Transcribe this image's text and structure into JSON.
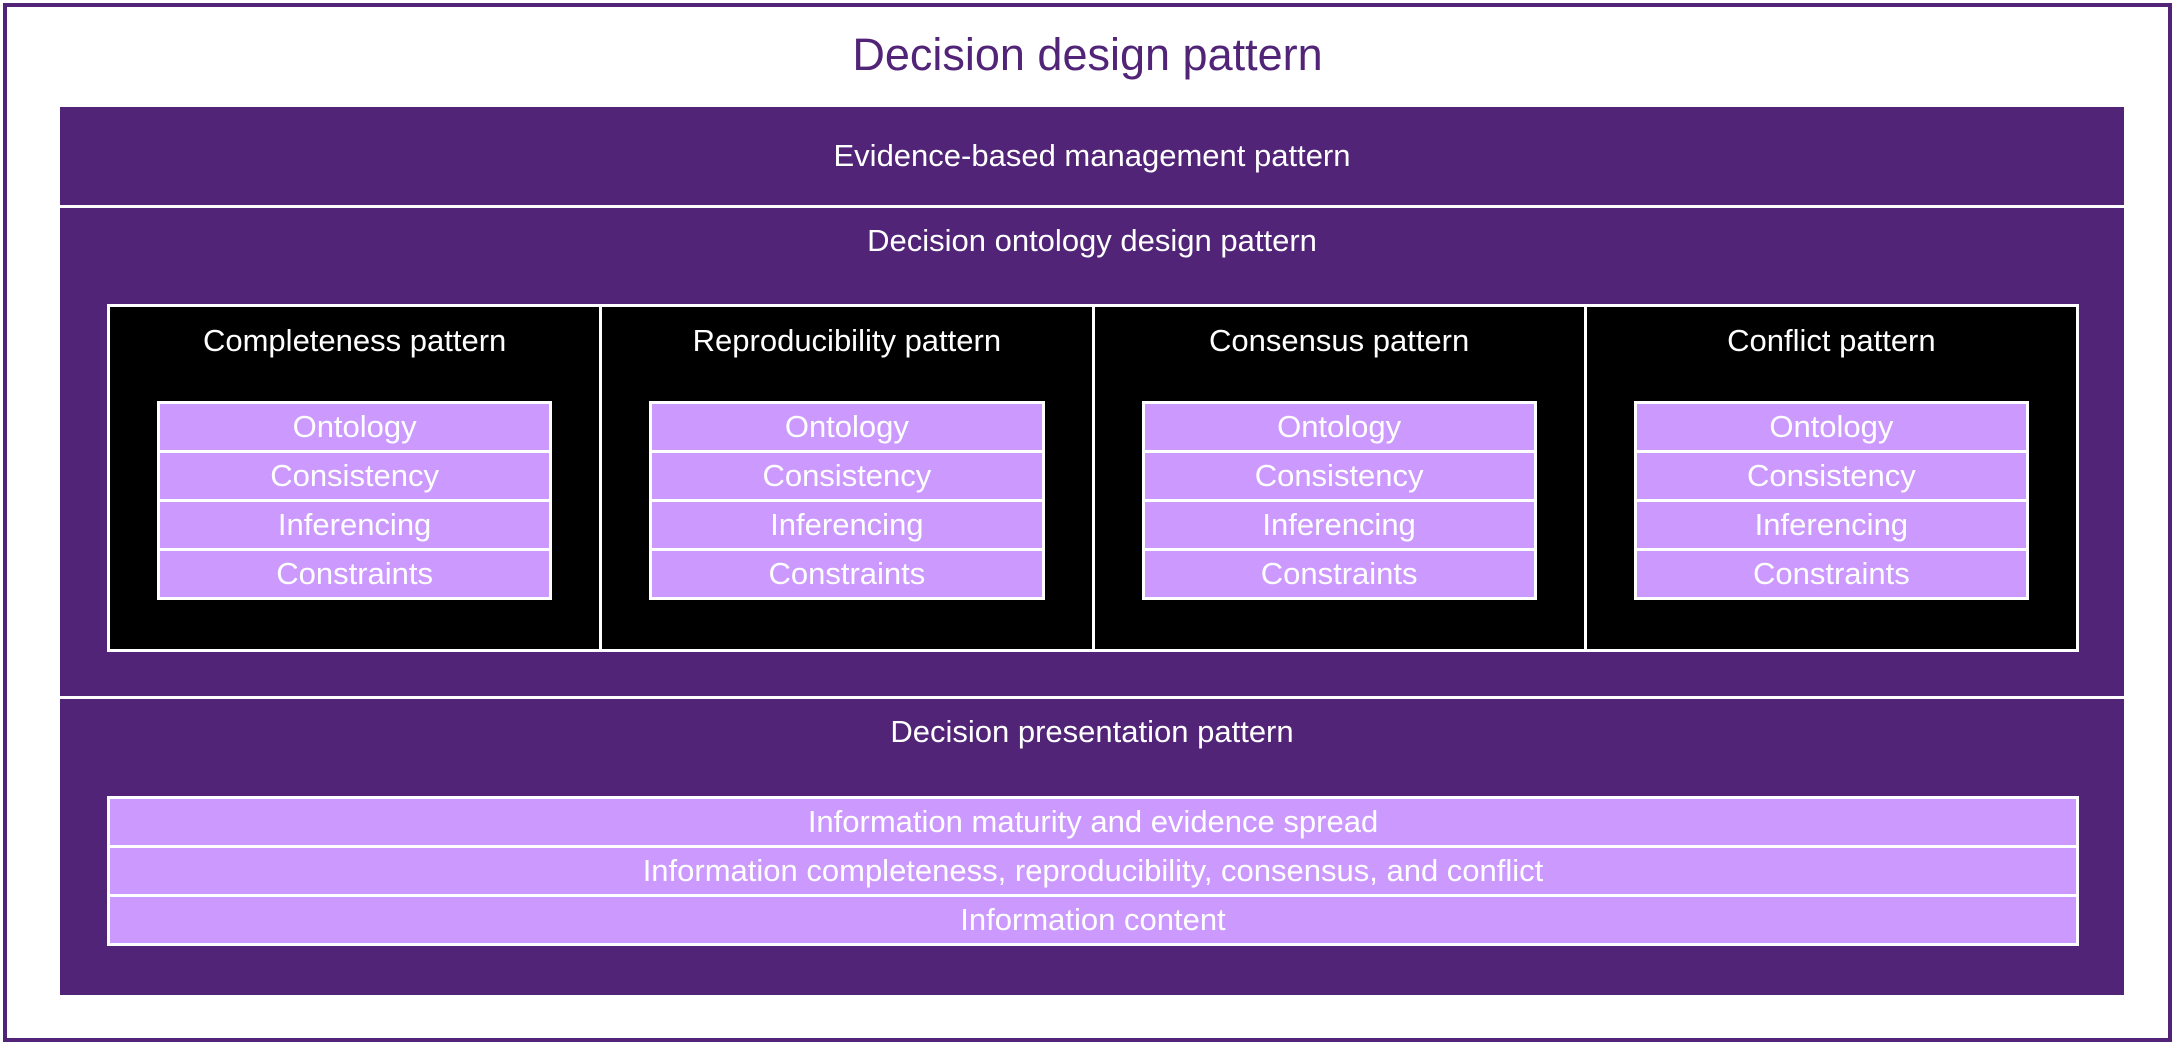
{
  "title": "Decision design pattern",
  "evidence_band": {
    "label": "Evidence-based management pattern"
  },
  "ontology_band": {
    "label": "Decision ontology design pattern",
    "patterns": [
      {
        "title": "Completeness pattern",
        "items": [
          "Ontology",
          "Consistency",
          "Inferencing",
          "Constraints"
        ]
      },
      {
        "title": "Reproducibility pattern",
        "items": [
          "Ontology",
          "Consistency",
          "Inferencing",
          "Constraints"
        ]
      },
      {
        "title": "Consensus pattern",
        "items": [
          "Ontology",
          "Consistency",
          "Inferencing",
          "Constraints"
        ]
      },
      {
        "title": "Conflict pattern",
        "items": [
          "Ontology",
          "Consistency",
          "Inferencing",
          "Constraints"
        ]
      }
    ]
  },
  "presentation_band": {
    "label": "Decision presentation pattern",
    "items": [
      "Information maturity and evidence spread",
      "Information completeness, reproducibility, consensus, and conflict",
      "Information content"
    ]
  },
  "colors": {
    "primary": "#512478",
    "cell": "#cc99ff",
    "pattern_bg": "#000000",
    "text": "#ffffff"
  }
}
